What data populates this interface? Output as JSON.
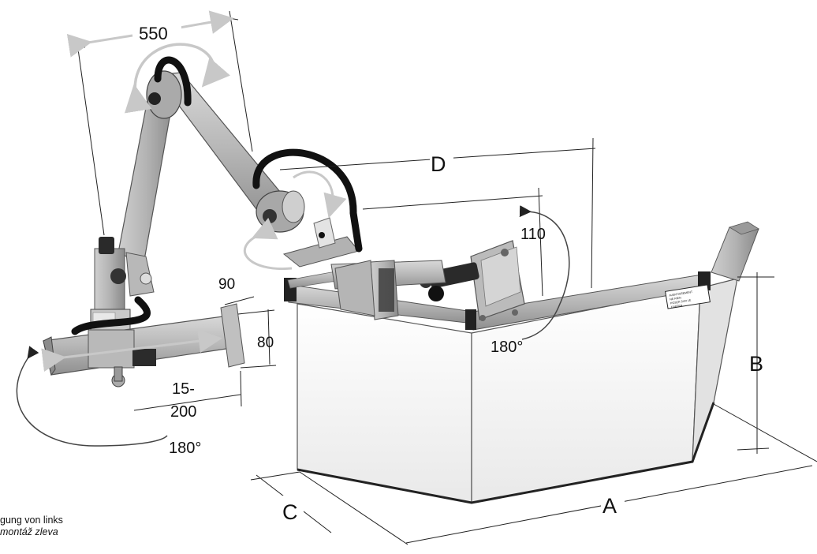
{
  "dimensions": {
    "d550": "550",
    "d90": "90",
    "d80": "80",
    "d15": "15-",
    "d200": "200",
    "deg_left": "180°",
    "deg_right": "180°",
    "d110": "110",
    "labelD": "D",
    "labelA": "A",
    "labelB": "B",
    "labelC": "C"
  },
  "caption": {
    "line1": "gung von links",
    "line2": "montáž zleva"
  },
  "plate": {
    "line1": "AVERTISSEMENT",
    "line2": "NE RIEN",
    "line3": "POSER SUR LE",
    "line4": "CARTER"
  },
  "colors": {
    "metal": "#bdbdbd",
    "metal_dark": "#8e8e8e",
    "shield": "#f7f7f7",
    "arrow_gray": "#c8c8c8",
    "ink": "#111111"
  }
}
